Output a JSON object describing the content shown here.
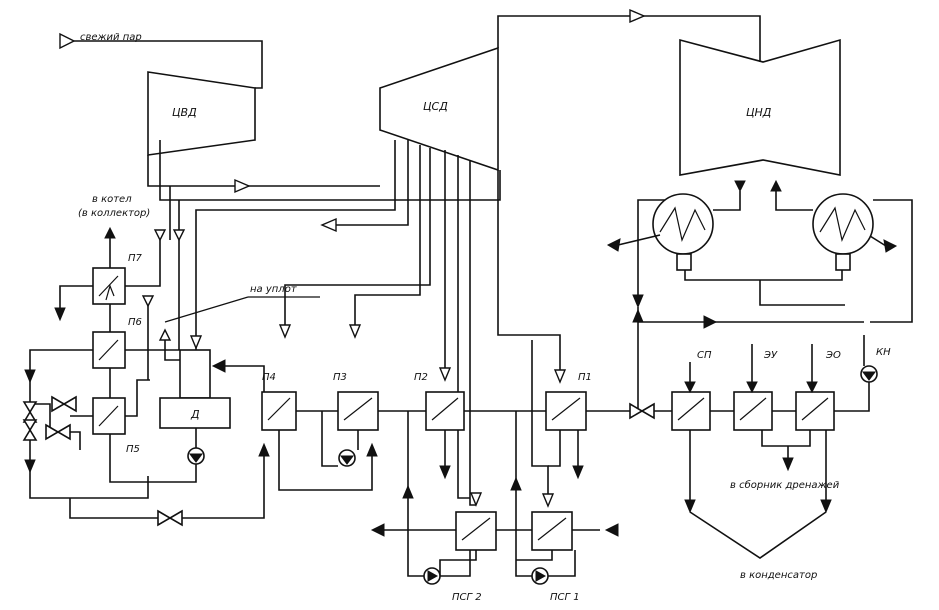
{
  "labels": {
    "fresh_steam": "свежий пар",
    "hp_cylinder": "ЦВД",
    "ip_cylinder": "ЦСД",
    "lp_cylinder": "ЦНД",
    "to_boiler_1": "в котел",
    "to_boiler_2": "(в коллектор)",
    "to_seals": "на уплот",
    "deaerator": "Д",
    "p7": "П7",
    "p6": "П6",
    "p5": "П5",
    "p4": "П4",
    "p3": "П3",
    "p2": "П2",
    "p1": "П1",
    "psg2": "ПСГ 2",
    "psg1": "ПСГ 1",
    "sp": "СП",
    "eu": "ЭУ",
    "eo": "ЭО",
    "kn": "КН",
    "drain_collector": "в сборник дренажей",
    "to_condenser": "в конденсатор"
  }
}
